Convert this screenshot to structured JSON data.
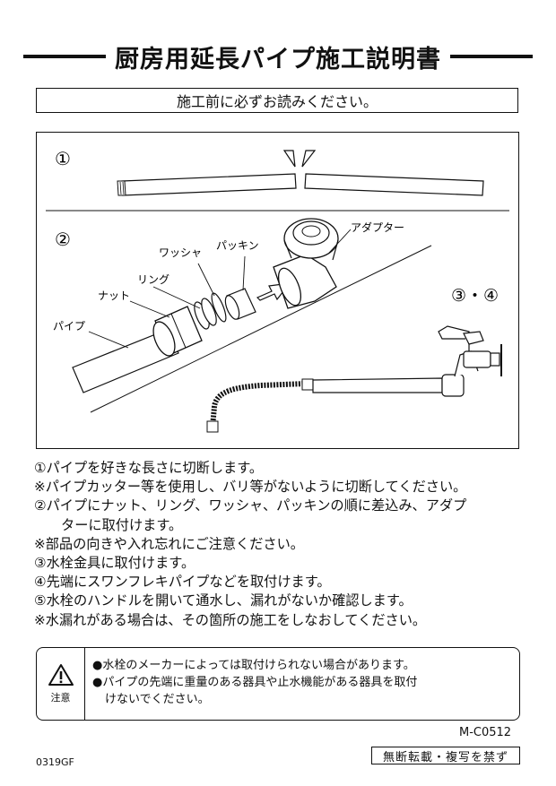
{
  "title": "厨房用延長パイプ施工説明書",
  "notice": "施工前に必ずお読みください。",
  "figure": {
    "step1": "①",
    "step2": "②",
    "step34": "③・④",
    "labels": {
      "adapter": "アダプター",
      "packing": "パッキン",
      "washer": "ワッシャ",
      "ring": "リング",
      "nut": "ナット",
      "pipe": "パイプ"
    }
  },
  "instructions": [
    "①パイプを好きな長さに切断します。",
    "※パイプカッター等を使用し、バリ等がないように切断してください。",
    "②パイプにナット、リング、ワッシャ、パッキンの順に差込み、アダプ",
    "ターに取付けます。",
    "※部品の向きや入れ忘れにご注意ください。",
    "③水栓金具に取付けます。",
    "④先端にスワンフレキパイプなどを取付けます。",
    "⑤水栓のハンドルを開いて通水し、漏れがないか確認します。",
    "※水漏れがある場合は、その箇所の施工をしなおしてください。"
  ],
  "caution": {
    "label": "注意",
    "items": [
      "●水栓のメーカーによっては取付けられない場合があります。",
      "●パイプの先端に重量のある器具や止水機能がある器具を取付",
      "けないでください。"
    ]
  },
  "model_number": "M-C0512",
  "doc_code": "0319GF",
  "copyright": "無断転載・複写を禁ず"
}
